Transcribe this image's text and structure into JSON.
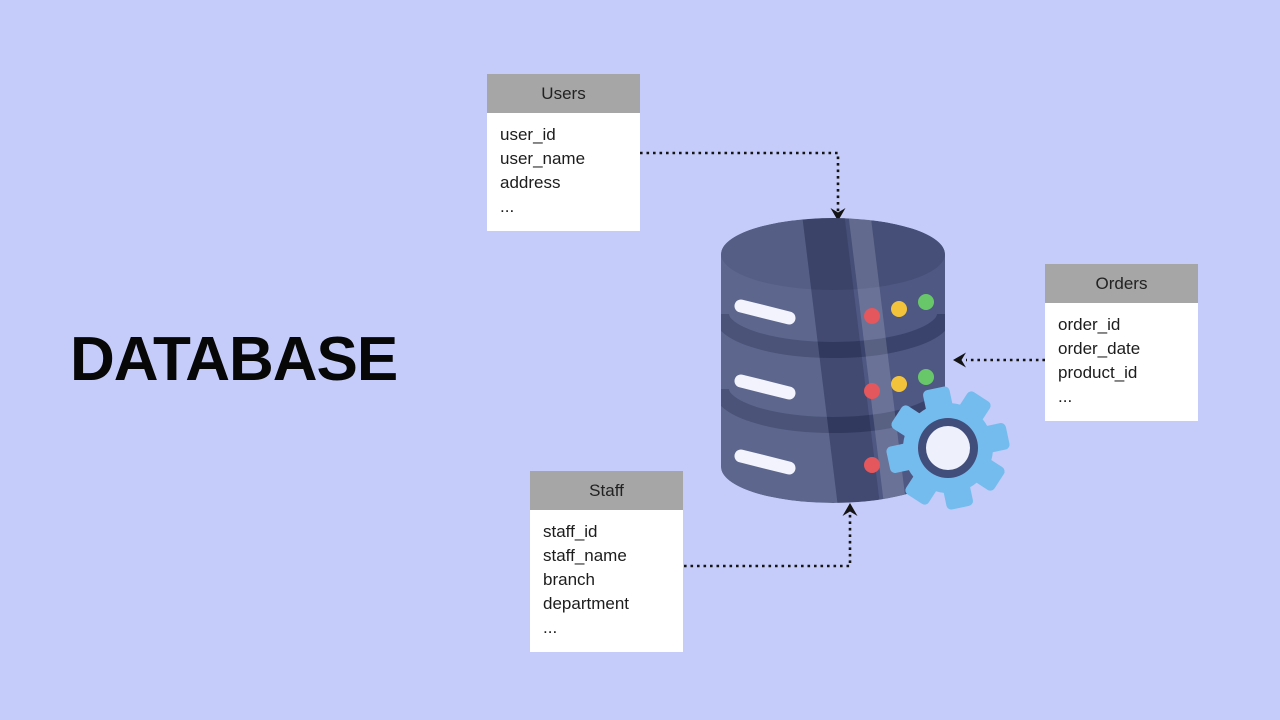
{
  "title": "DATABASE",
  "background_color": "#C5CCF9",
  "tables": [
    {
      "name": "Users",
      "fields": [
        "user_id",
        "user_name",
        "address",
        "..."
      ]
    },
    {
      "name": "Orders",
      "fields": [
        "order_id",
        "order_date",
        "product_id",
        "..."
      ]
    },
    {
      "name": "Staff",
      "fields": [
        "staff_id",
        "staff_name",
        "branch",
        "department",
        "..."
      ]
    }
  ],
  "card_style": {
    "header_bg": "#A6A6A6",
    "body_bg": "#FFFFFF",
    "text_color": "#1C1C1C"
  },
  "database_icon": {
    "body_color": "#4E5883",
    "top_color": "#454F78",
    "divider_color": "#3A436B",
    "highlight_slash_color": "#F2F3FC",
    "dot_colors": {
      "red": "#E4575C",
      "yellow": "#F3C33C",
      "green": "#68C869"
    },
    "gear": {
      "teeth_color": "#74BCEE",
      "ring_color": "#414D7B",
      "center_color": "#EEF0FB"
    }
  },
  "connectors": {
    "color": "#141414",
    "style": "dotted",
    "links": [
      {
        "from": "Users",
        "to": "database"
      },
      {
        "from": "Orders",
        "to": "database"
      },
      {
        "from": "Staff",
        "to": "database"
      }
    ]
  }
}
